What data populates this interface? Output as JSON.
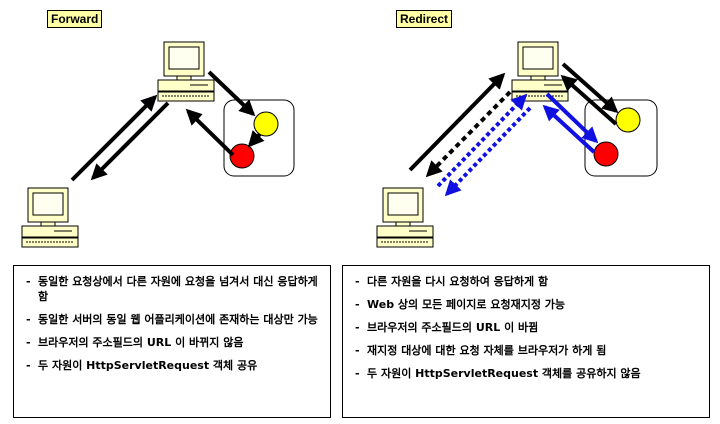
{
  "forward": {
    "title": "Forward",
    "bullets": [
      "동일한 요청상에서 다른 자원에 요청을 넘겨서 대신 응답하게 함",
      "동일한 서버의 동일 웹 어플리케이션에 존재하는 대상만 가능",
      "브라우저의 주소필드의 URL 이 바뀌지 않음",
      "두 자원이 HttpServletRequest 객체 공유"
    ]
  },
  "redirect": {
    "title": "Redirect",
    "bullets": [
      "다른 자원을 다시 요청하여 응답하게 함",
      "Web 상의 모든 페이지로 요청재지정 가능",
      "브라우저의 주소필드의 URL 이 바뀜",
      "재지정 대상에 대한 요청 자체를 브라우저가 하게 됨",
      "두 자원이 HttpServletRequest 객체를 공유하지 않음"
    ]
  },
  "icons": {
    "computer": "computer-icon",
    "server": "server-icon",
    "resource_a": "yellow-circle",
    "resource_b": "red-circle"
  },
  "colors": {
    "label_bg": "#ffffa6",
    "computer_body": "#ffffc8",
    "resource_a": "#ffff00",
    "resource_b": "#ff0000",
    "request_arrow": "#000000",
    "redirect_arrow": "#1010e0"
  }
}
